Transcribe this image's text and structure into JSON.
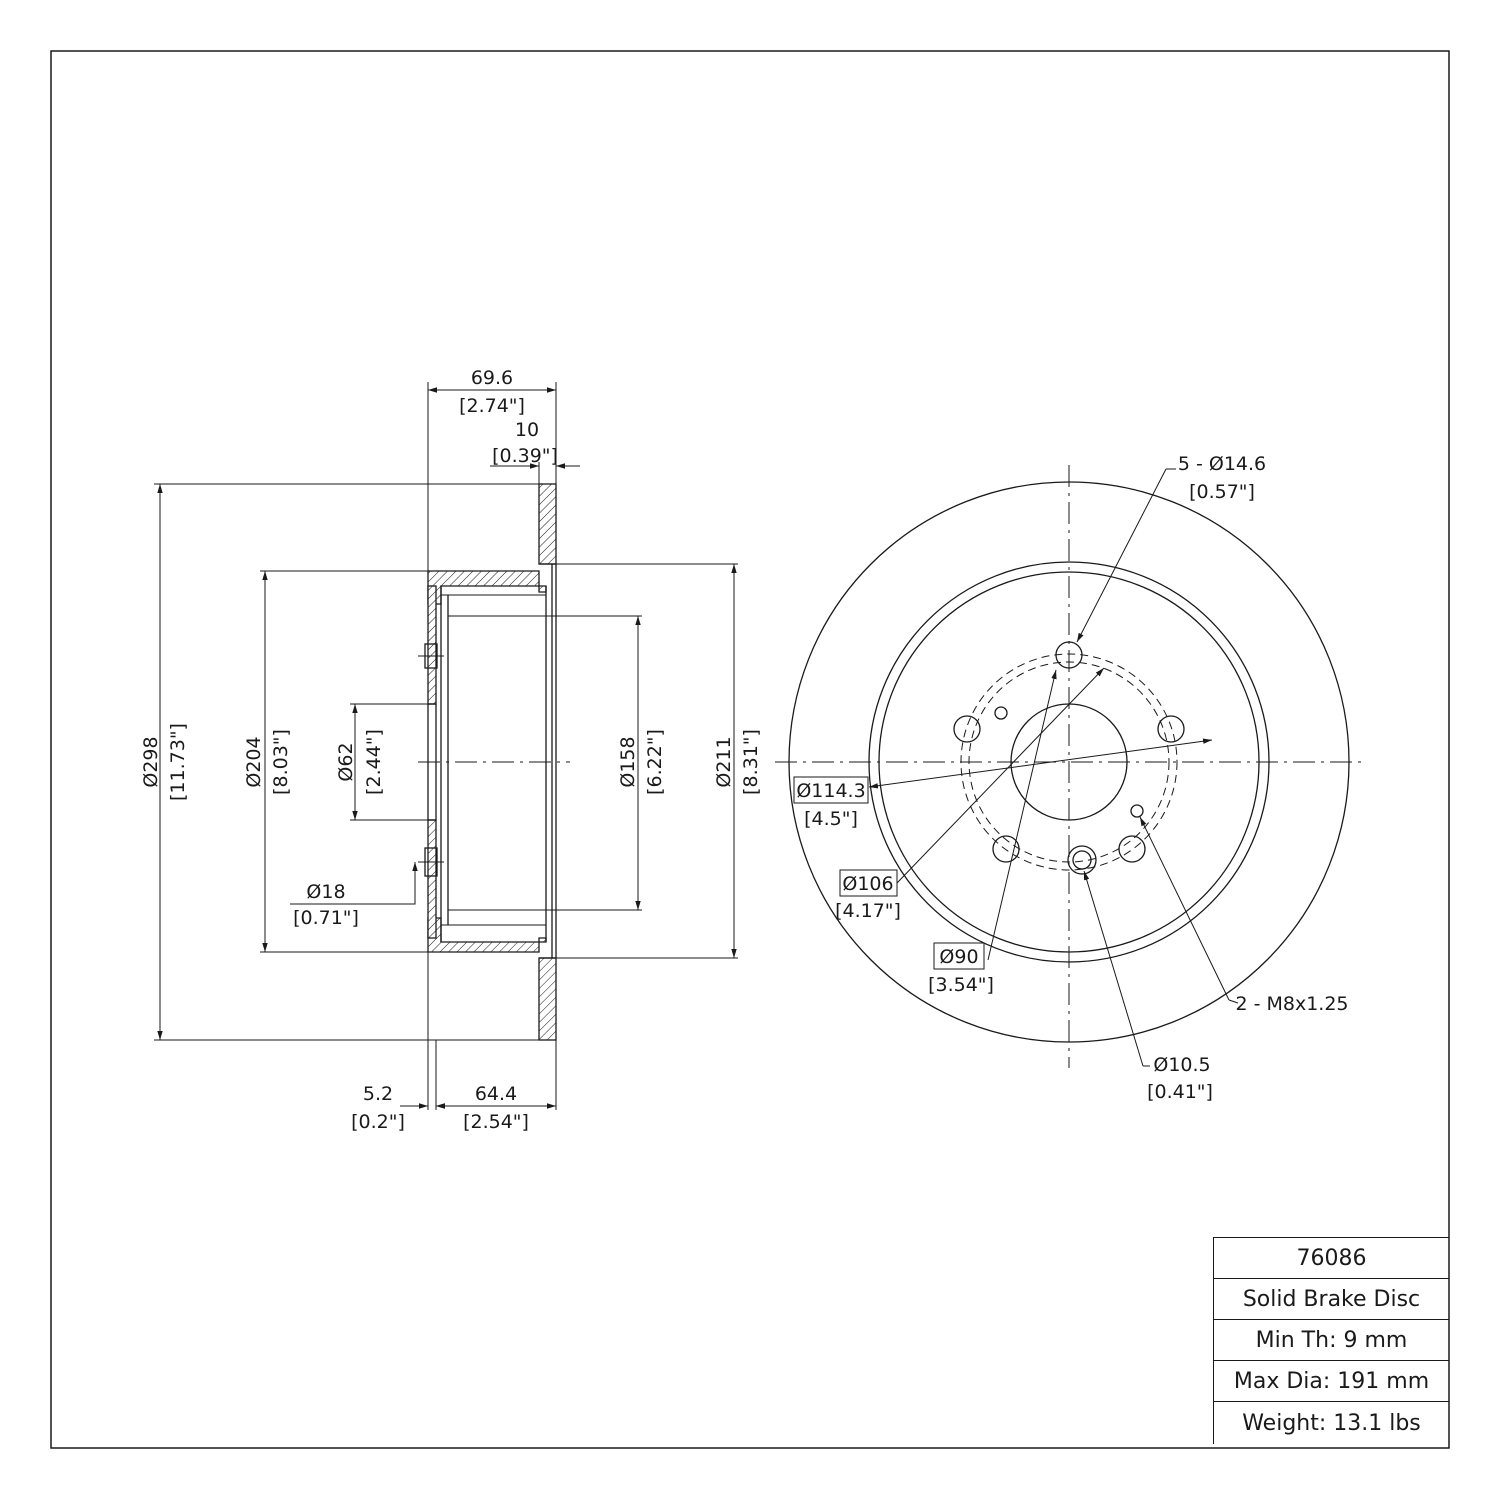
{
  "side_view": {
    "overall_width": {
      "mm": "69.6",
      "in": "[2.74\"]"
    },
    "braking_thickness": {
      "mm": "10",
      "in": "[0.39\"]"
    },
    "outer_diameter": {
      "mm": "Ø298",
      "in": "[11.73\"]"
    },
    "hat_diameter": {
      "mm": "Ø204",
      "in": "[8.03\"]"
    },
    "center_bore": {
      "mm": "Ø62",
      "in": "[2.44\"]"
    },
    "inner_diameter": {
      "mm": "Ø158",
      "in": "[6.22\"]"
    },
    "hat_outer_diameter": {
      "mm": "Ø211",
      "in": "[8.31\"]"
    },
    "stud_hole": {
      "mm": "Ø18",
      "in": "[0.71\"]"
    },
    "hat_thickness": {
      "mm": "5.2",
      "in": "[0.2\"]"
    },
    "hat_height": {
      "mm": "64.4",
      "in": "[2.54\"]"
    }
  },
  "front_view": {
    "bolt_holes": {
      "mm": "5 - Ø14.6",
      "in": "[0.57\"]"
    },
    "bolt_circle": {
      "mm": "Ø114.3",
      "in": "[4.5\"]"
    },
    "dashed_circle": {
      "mm": "Ø106",
      "in": "[4.17\"]"
    },
    "pilot_circle": {
      "mm": "Ø90",
      "in": "[3.54\"]"
    },
    "thread_holes": {
      "mm": "2 - M8x1.25"
    },
    "small_hole": {
      "mm": "Ø10.5",
      "in": "[0.41\"]"
    }
  },
  "title_block": {
    "part_number": "76086",
    "description": "Solid Brake Disc",
    "min_thickness": "Min Th: 9 mm",
    "max_diameter": "Max Dia: 191 mm",
    "weight": "Weight: 13.1 lbs"
  }
}
